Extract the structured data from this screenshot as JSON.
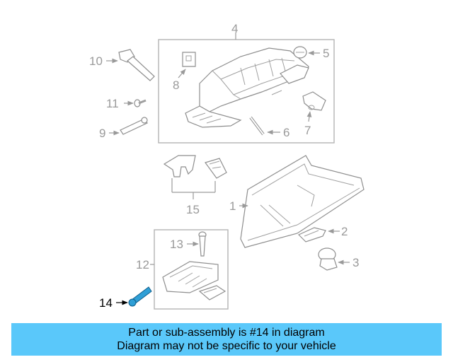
{
  "diagram": {
    "callouts": {
      "c1": "1",
      "c2": "2",
      "c3": "3",
      "c4": "4",
      "c5": "5",
      "c6": "6",
      "c7": "7",
      "c8": "8",
      "c9": "9",
      "c10": "10",
      "c11": "11",
      "c12": "12",
      "c13": "13",
      "c14": "14",
      "c15": "15"
    },
    "highlighted_part": "14"
  },
  "banner": {
    "line1": "Part or sub-assembly is #14 in diagram",
    "line2": "Diagram may not be specific to your vehicle"
  },
  "colors": {
    "banner_background": "#5ac8fa",
    "highlight": "#2f9fd6"
  }
}
